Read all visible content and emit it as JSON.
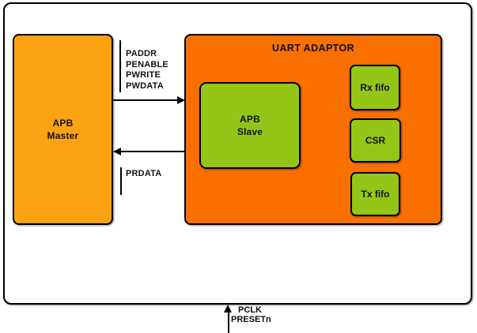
{
  "blocks": {
    "apb_master": {
      "label": [
        "APB",
        "Master"
      ],
      "fill": "#FDA313"
    },
    "uart_adaptor": {
      "title": "UART ADAPTOR",
      "fill": "#FA7000"
    },
    "apb_slave": {
      "label": [
        "APB",
        "Slave"
      ],
      "fill": "#94C617"
    },
    "rx_fifo": {
      "label": "Rx fifo",
      "fill": "#94C617"
    },
    "csr": {
      "label": "CSR",
      "fill": "#94C617"
    },
    "tx_fifo": {
      "label": "Tx fifo",
      "fill": "#94C617"
    }
  },
  "signals": {
    "apb_write_bus": [
      "PADDR",
      "PENABLE",
      "PWRITE",
      "PWDATA"
    ],
    "apb_read_bus": [
      "PRDATA"
    ],
    "clock_reset": [
      "PCLK",
      "PRESETn"
    ]
  },
  "connections": [
    {
      "from": "apb_master",
      "to": "uart_adaptor",
      "direction": "right",
      "labels": [
        "PADDR",
        "PENABLE",
        "PWRITE",
        "PWDATA"
      ]
    },
    {
      "from": "uart_adaptor",
      "to": "apb_master",
      "direction": "left",
      "labels": [
        "PRDATA"
      ]
    },
    {
      "from": "external",
      "to": "system-boundary",
      "direction": "up",
      "labels": [
        "PCLK",
        "PRESETn"
      ]
    }
  ],
  "colors": {
    "master_fill": "#FDA313",
    "adaptor_fill": "#FA7000",
    "inner_block_fill": "#94C617",
    "border": "#000000",
    "text": "#111111",
    "background": "#FFFFFF"
  }
}
